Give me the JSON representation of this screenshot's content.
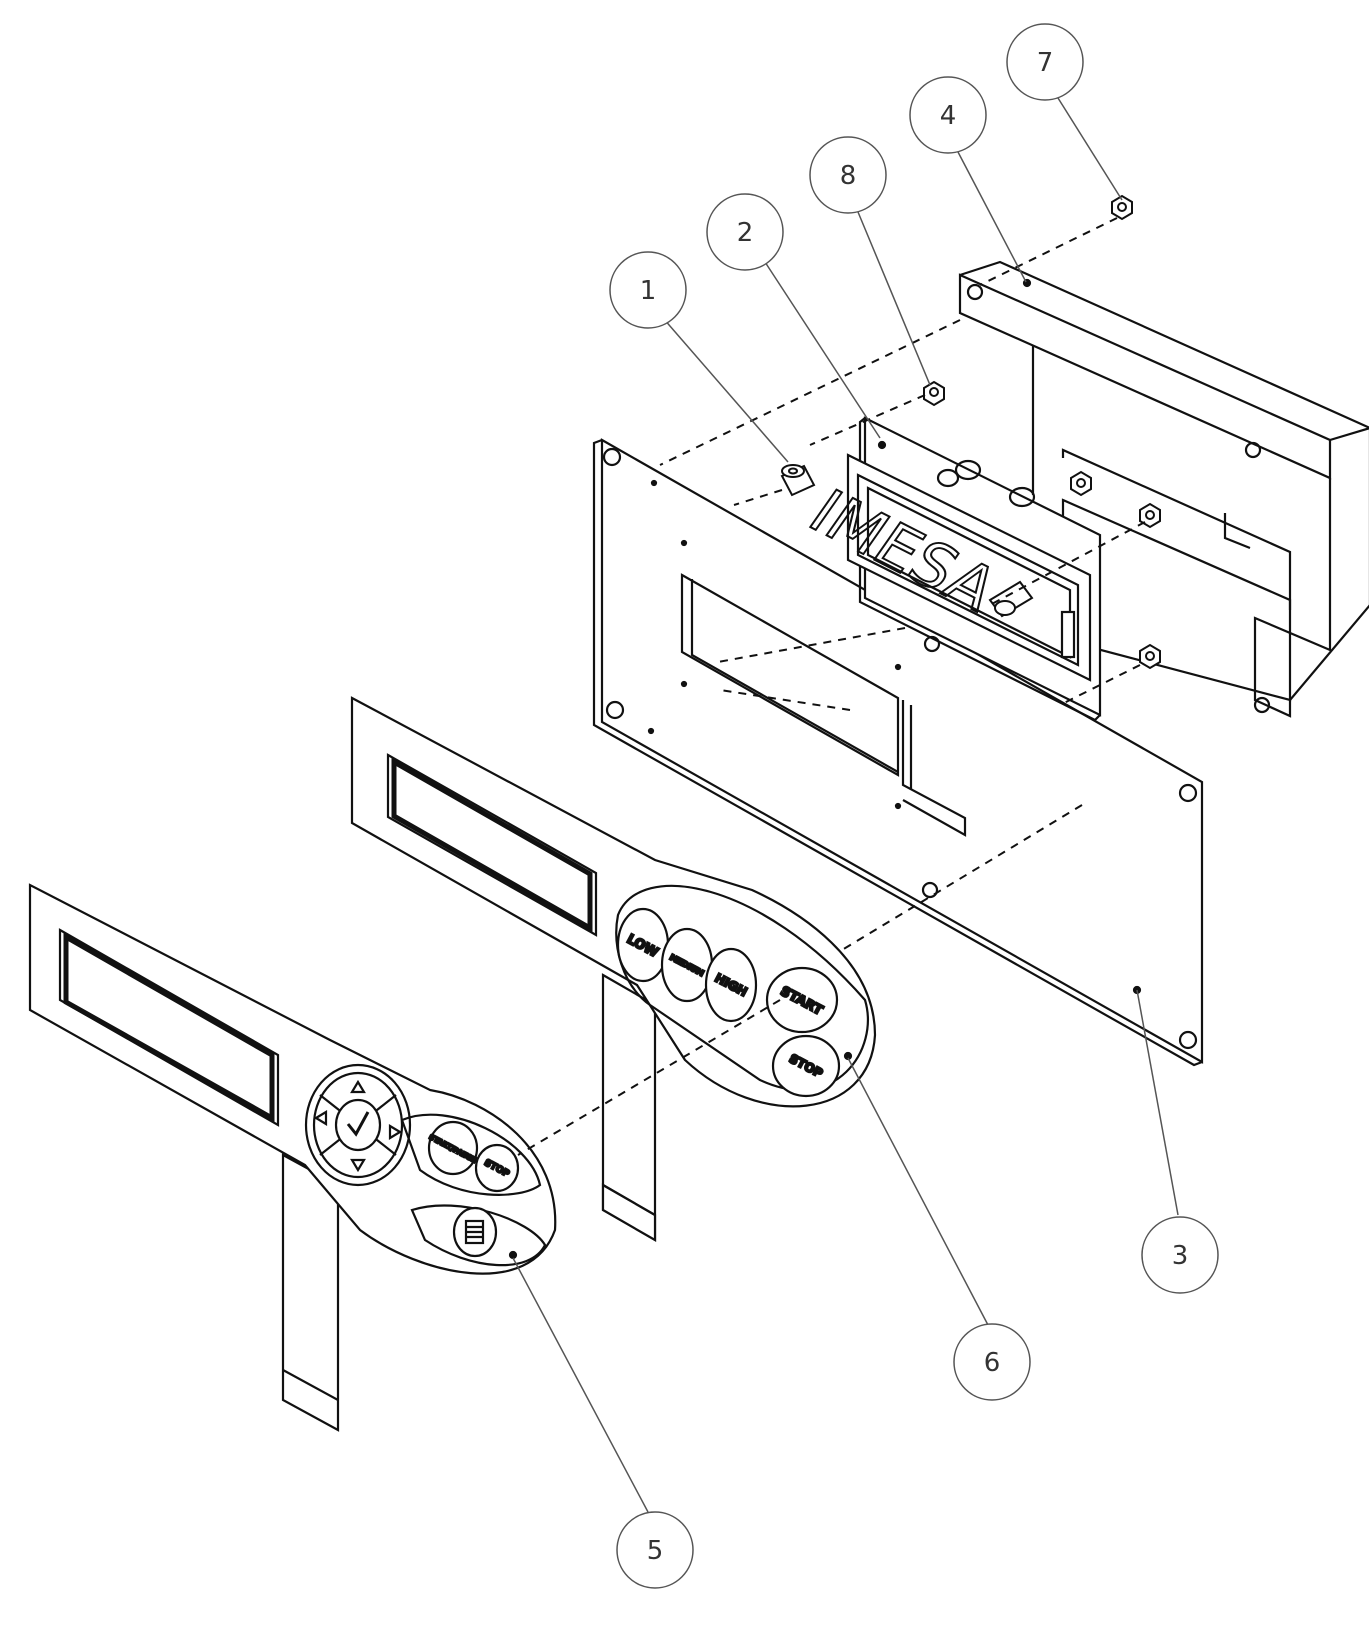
{
  "callouts": [
    {
      "id": "1",
      "label": "1"
    },
    {
      "id": "2",
      "label": "2"
    },
    {
      "id": "3",
      "label": "3"
    },
    {
      "id": "4",
      "label": "4"
    },
    {
      "id": "5",
      "label": "5"
    },
    {
      "id": "6",
      "label": "6"
    },
    {
      "id": "7",
      "label": "7"
    },
    {
      "id": "8",
      "label": "8"
    }
  ],
  "logo": {
    "text": "IMESA"
  },
  "panel_6": {
    "keys": {
      "low": "LOW",
      "medium": "MEDIUM",
      "high": "HIGH",
      "start": "START",
      "stop": "STOP"
    }
  },
  "panel_5": {
    "keys": {
      "start_pause": "START/PAUSE",
      "stop": "STOP"
    }
  },
  "colors": {
    "line": "#111111",
    "callout": "#555555",
    "background": "#ffffff"
  }
}
